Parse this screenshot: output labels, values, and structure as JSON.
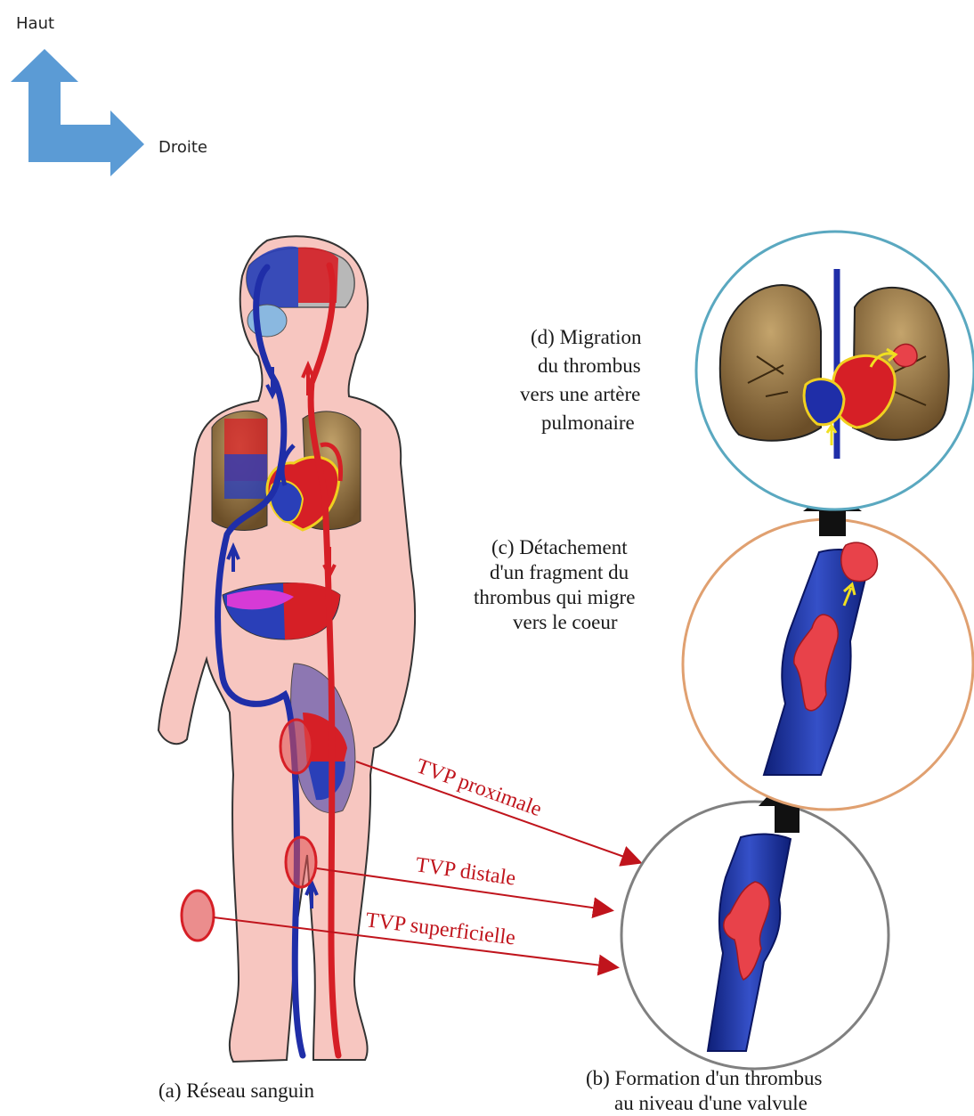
{
  "orientation": {
    "up_label": "Haut",
    "right_label": "Droite",
    "arrow_color": "#5b9bd5"
  },
  "panels": {
    "a_caption": "(a) Réseau sanguin",
    "b_caption_line1": "(b) Formation d'un thrombus",
    "b_caption_line2": "au niveau d'une valvule",
    "c_caption_line1": "(c) Détachement",
    "c_caption_line2": "d'un fragment du",
    "c_caption_line3": "thrombus qui migre",
    "c_caption_line4": "vers le coeur",
    "d_caption_line1": "(d) Migration",
    "d_caption_line2": "du thrombus",
    "d_caption_line3": "vers une artère",
    "d_caption_line4": "pulmonaire"
  },
  "dvt_labels": {
    "proximal": "TVP proximale",
    "distal": "TVP distale",
    "superficial": "TVP superficielle"
  },
  "colors": {
    "artery": "#d61f26",
    "vein": "#1f2ea8",
    "skin": "#f7c6c0",
    "lung": "#8a6a3c",
    "thrombus": "#e8424a",
    "vessel": "#1f3aa8",
    "circle_b": "#808080",
    "circle_c": "#e0a070",
    "circle_d": "#5aa8c0",
    "label_red": "#c0141c"
  }
}
